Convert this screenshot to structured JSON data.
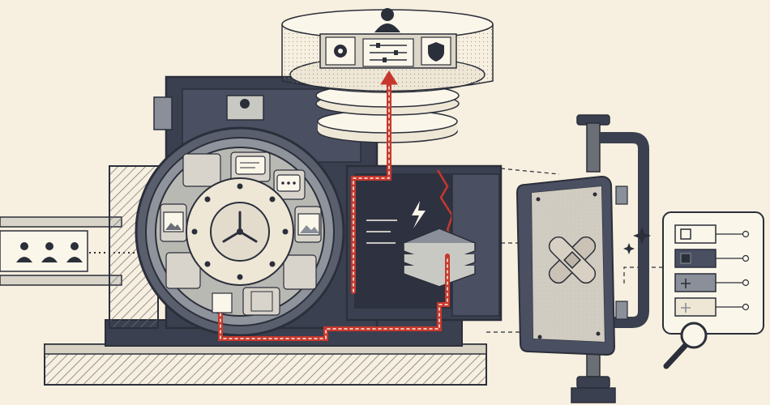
{
  "palette": {
    "background": "#f7efdf",
    "ink": "#2b2f3a",
    "navy": "#343a4b",
    "steel": "#8a8f99",
    "light_steel": "#c9c9c4",
    "cream": "#efe7d6",
    "accent_red": "#c8372d",
    "paper": "#fbf6ea"
  },
  "icons": {
    "top_panel": [
      "gear-icon",
      "sliders-icon",
      "shield-icon"
    ],
    "top_figure": "user-icon",
    "left_group": "users-group-icon",
    "core_panel": "lightning-icon",
    "patch_plate": "bandage-icon",
    "side_card": "checklist-icon",
    "magnifier": "magnifier-icon"
  },
  "checklist_rows": [
    {
      "state": "empty"
    },
    {
      "state": "checked"
    },
    {
      "state": "checked"
    },
    {
      "state": "partial"
    }
  ]
}
